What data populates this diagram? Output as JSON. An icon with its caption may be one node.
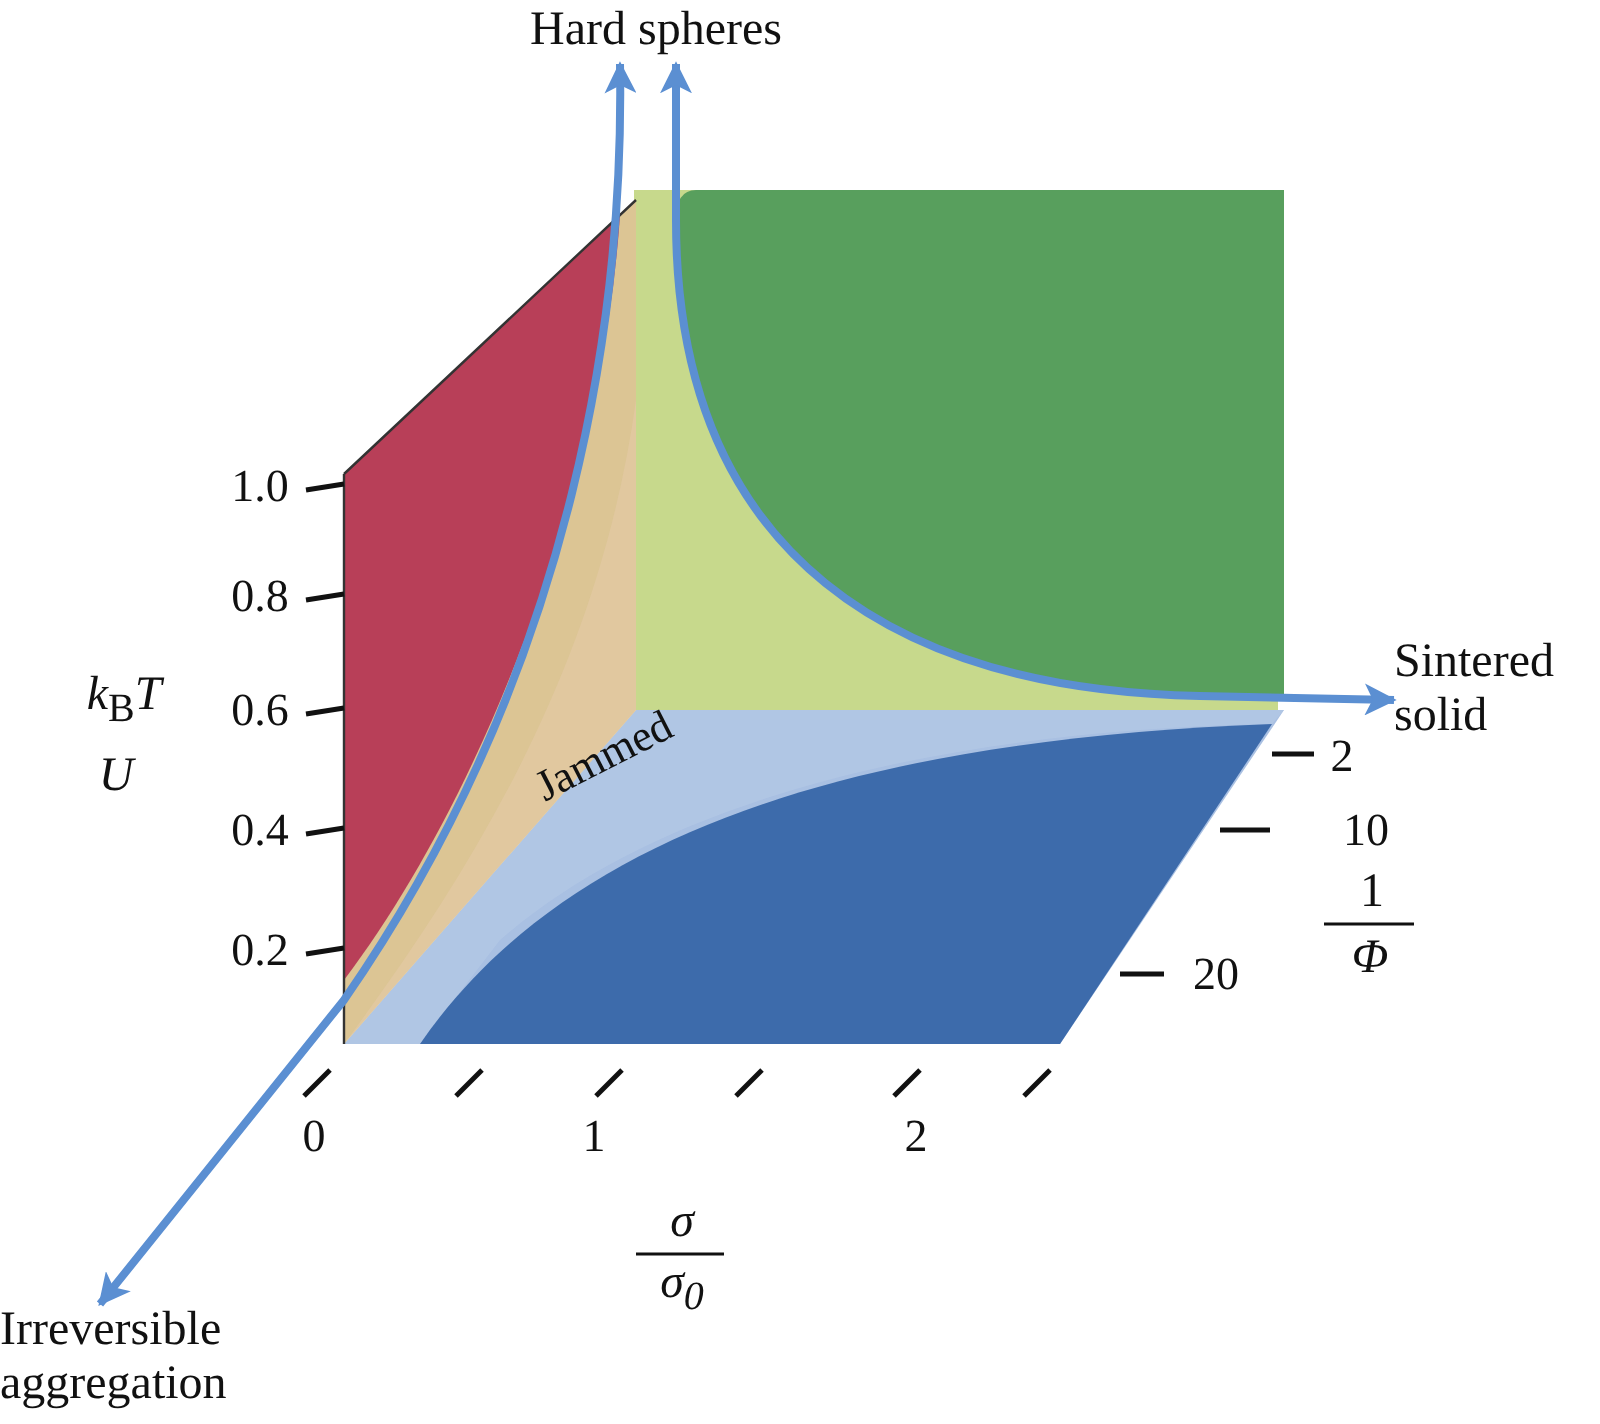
{
  "diagram": {
    "nodes": [
      {
        "text": [
          "Hard spheres"
        ]
      },
      {
        "text": [
          "Sintered solid"
        ]
      },
      {
        "text": [
          "Irreversible aggregation"
        ]
      }
    ],
    "edges": [
      {
        "from": 0,
        "to": 2,
        "arrow": "both"
      },
      {
        "from": 0,
        "to": 1,
        "arrow": "both"
      }
    ],
    "labels": [
      "1.0",
      "0.8",
      "*k*$_{B}$*T*",
      "0.6",
      "U",
      "Jammed",
      "2",
      "0.4",
      "10",
      "1",
      "0.2",
      "20",
      "Φ",
      "0",
      "1",
      "2",
      "σ",
      "σ$_{0}$"
    ]
  }
}
